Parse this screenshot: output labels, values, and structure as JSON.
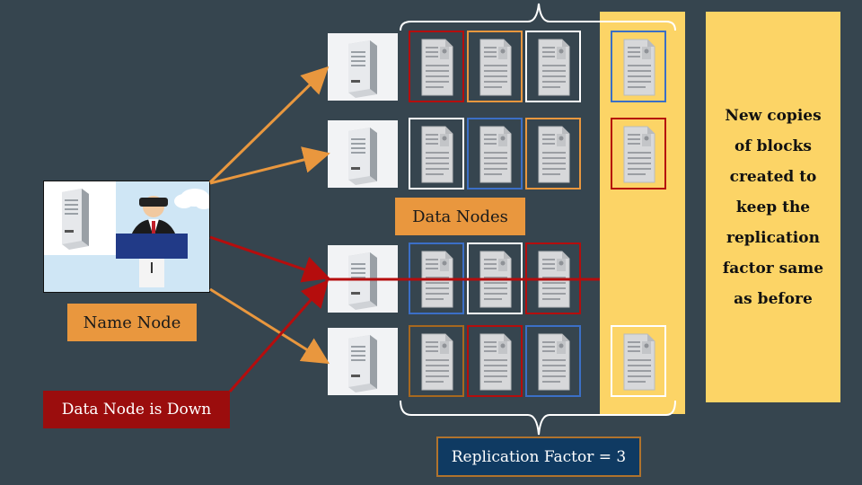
{
  "labels": {
    "name_node": "Name Node",
    "data_nodes": "Data Nodes",
    "data_node_down": "Data Node is Down",
    "replication_factor": "Replication Factor = 3",
    "new_copies": "New  copies of blocks created to keep the replication factor same as before"
  },
  "colors": {
    "background": "#36454f",
    "orange": "#e9973e",
    "red": "#b50d0d",
    "blue": "#3b6fc6",
    "white": "#ffffff",
    "yellow_panel": "#fcd466",
    "navy": "#0f3a62"
  },
  "data_nodes": [
    {
      "name": "data-node-1",
      "blocks": [
        "red",
        "orange",
        "white"
      ],
      "new_copy": "blue"
    },
    {
      "name": "data-node-2",
      "blocks": [
        "white",
        "blue",
        "orange"
      ],
      "new_copy": "red"
    },
    {
      "name": "data-node-3",
      "blocks": [
        "blue",
        "white",
        "red"
      ],
      "new_copy": null,
      "down": true
    },
    {
      "name": "data-node-4",
      "blocks": [
        "brown",
        "red",
        "blue"
      ],
      "new_copy": "white"
    }
  ]
}
